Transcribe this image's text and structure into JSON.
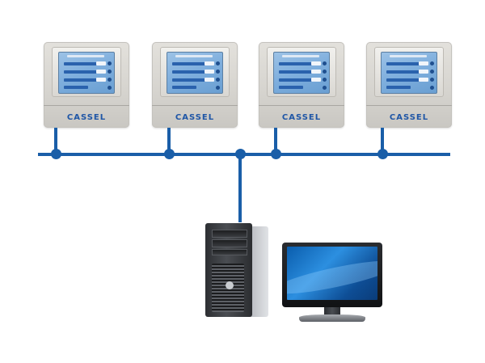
{
  "devices": [
    {
      "brand": "CASSEL"
    },
    {
      "brand": "CASSEL"
    },
    {
      "brand": "CASSEL"
    },
    {
      "brand": "CASSEL"
    }
  ],
  "colors": {
    "network": "#1a5ea8",
    "brand_text": "#1f56a6"
  },
  "icons": {
    "workstation": "computer-tower-icon",
    "display": "monitor-icon"
  }
}
